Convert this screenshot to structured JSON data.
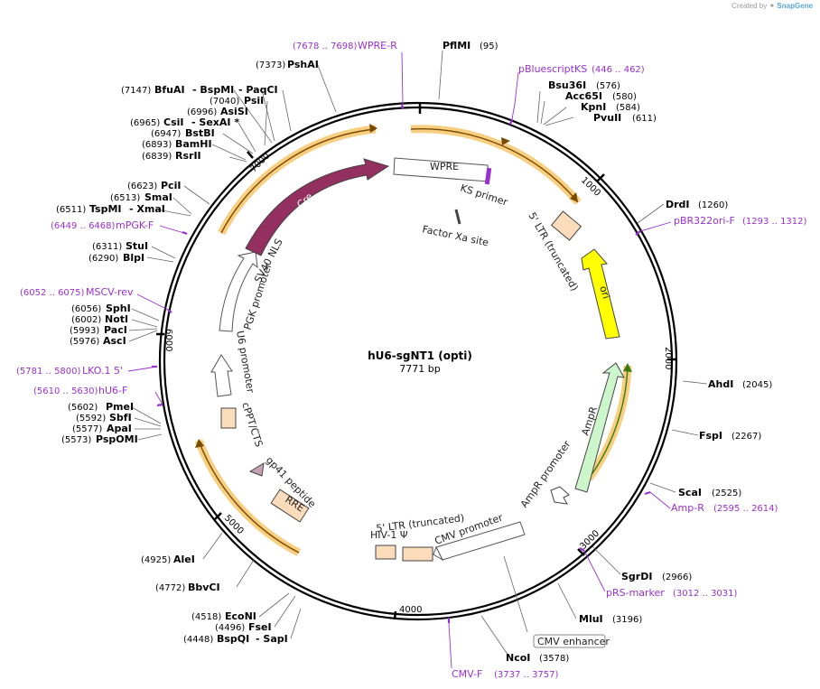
{
  "header": {
    "created_by": "Created by",
    "brand": "SnapGene"
  },
  "plasmid": {
    "name": "hU6-sgNT1 (opti)",
    "length_label": "7771 bp",
    "length": 7771
  },
  "colors": {
    "primer": "#9a2fd1",
    "cre": "#93305f",
    "ori": "#ffff00",
    "ampr": "#ccf5cc",
    "highlight": "#f7c66b",
    "peach": "#fadcbb"
  },
  "ticks": [
    {
      "label": "1000",
      "pos": 1000
    },
    {
      "label": "2000",
      "pos": 2000
    },
    {
      "label": "3000",
      "pos": 3000
    },
    {
      "label": "4000",
      "pos": 4000
    },
    {
      "label": "5000",
      "pos": 5000
    },
    {
      "label": "6000",
      "pos": 6000
    },
    {
      "label": "7000",
      "pos": 7000
    }
  ],
  "enzymes": [
    {
      "name": "PflMI",
      "pos": "(95)"
    },
    {
      "name": "Bsu36I",
      "pos": "(576)"
    },
    {
      "name": "Acc65I",
      "pos": "(580)"
    },
    {
      "name": "KpnI",
      "pos": "(584)"
    },
    {
      "name": "PvuII",
      "pos": "(611)"
    },
    {
      "name": "DrdI",
      "pos": "(1260)"
    },
    {
      "name": "AhdI",
      "pos": "(2045)"
    },
    {
      "name": "FspI",
      "pos": "(2267)"
    },
    {
      "name": "ScaI",
      "pos": "(2525)"
    },
    {
      "name": "SgrDI",
      "pos": "(2966)"
    },
    {
      "name": "MluI",
      "pos": "(3196)"
    },
    {
      "name": "NcoI",
      "pos": "(3578)"
    },
    {
      "name": "SapI",
      "pos": ""
    },
    {
      "name": "BspQI",
      "pos": "(4448)"
    },
    {
      "name": "FseI",
      "pos": "(4496)"
    },
    {
      "name": "EcoNI",
      "pos": "(4518)"
    },
    {
      "name": "BbvCI",
      "pos": "(4772)"
    },
    {
      "name": "AleI",
      "pos": "(4925)"
    },
    {
      "name": "PspOMI",
      "pos": "(5573)"
    },
    {
      "name": "ApaI",
      "pos": "(5577)"
    },
    {
      "name": "SbfI",
      "pos": "(5592)"
    },
    {
      "name": "PmeI",
      "pos": "(5602)"
    },
    {
      "name": "AscI",
      "pos": "(5976)"
    },
    {
      "name": "PacI",
      "pos": "(5993)"
    },
    {
      "name": "NotI",
      "pos": "(6002)"
    },
    {
      "name": "SphI",
      "pos": "(6056)"
    },
    {
      "name": "BlpI",
      "pos": "(6290)"
    },
    {
      "name": "StuI",
      "pos": "(6311)"
    },
    {
      "name": "XmaI",
      "pos": ""
    },
    {
      "name": "TspMI",
      "pos": "(6511)"
    },
    {
      "name": "SmaI",
      "pos": "(6513)"
    },
    {
      "name": "PciI",
      "pos": "(6623)"
    },
    {
      "name": "RsrII",
      "pos": "(6839)"
    },
    {
      "name": "BamHI",
      "pos": "(6893)"
    },
    {
      "name": "BstBI",
      "pos": "(6947)"
    },
    {
      "name": "SexAI *",
      "pos": ""
    },
    {
      "name": "CsiI",
      "pos": "(6965)"
    },
    {
      "name": "AsiSI",
      "pos": "(6996)"
    },
    {
      "name": "PsiI",
      "pos": "(7040)"
    },
    {
      "name": "PaqCI",
      "pos": ""
    },
    {
      "name": "BspMI",
      "pos": ""
    },
    {
      "name": "BfuAI",
      "pos": "(7147)"
    },
    {
      "name": "PshAI",
      "pos": "(7373)"
    }
  ],
  "primers": [
    {
      "name": "WPRE-R",
      "pos": "(7678 .. 7698)"
    },
    {
      "name": "pBluescriptKS",
      "pos": "(446 .. 462)"
    },
    {
      "name": "pBR322ori-F",
      "pos": "(1293 .. 1312)"
    },
    {
      "name": "Amp-R",
      "pos": "(2595 .. 2614)"
    },
    {
      "name": "pRS-marker",
      "pos": "(3012 .. 3031)"
    },
    {
      "name": "CMV-F",
      "pos": "(3737 .. 3757)"
    },
    {
      "name": "hU6-F",
      "pos": "(5610 .. 5630)"
    },
    {
      "name": "LKO.1 5'",
      "pos": "(5781 .. 5800)"
    },
    {
      "name": "MSCV-rev",
      "pos": "(6052 .. 6075)"
    },
    {
      "name": "mPGK-F",
      "pos": "(6449 .. 6468)"
    }
  ],
  "features": [
    {
      "name": "WPRE"
    },
    {
      "name": "KS primer"
    },
    {
      "name": "Factor Xa site"
    },
    {
      "name": "5' LTR (truncated)"
    },
    {
      "name": "ori"
    },
    {
      "name": "AmpR"
    },
    {
      "name": "AmpR promoter"
    },
    {
      "name": "CMV promoter"
    },
    {
      "name": "CMV enhancer"
    },
    {
      "name": "5' LTR (truncated)"
    },
    {
      "name": "HIV-1 Ψ"
    },
    {
      "name": "RRE"
    },
    {
      "name": "gp41 peptide"
    },
    {
      "name": "cPPT/CTS"
    },
    {
      "name": "U6 promoter"
    },
    {
      "name": "PGK promoter"
    },
    {
      "name": "SV40 NLS"
    },
    {
      "name": "Cre"
    }
  ]
}
